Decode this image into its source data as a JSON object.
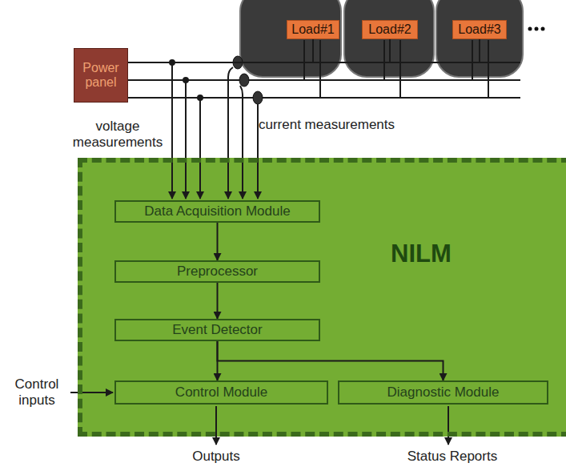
{
  "diagram": {
    "nodes": [
      {
        "text": [
          "Power panel"
        ]
      },
      {
        "text": [
          "Load#1"
        ]
      },
      {
        "text": [
          "Load#2"
        ]
      },
      {
        "text": [
          "Load#3"
        ]
      },
      {
        "text": [
          "NILM"
        ]
      },
      {
        "text": [
          "Data Acquisition Module"
        ],
        "in": 4
      },
      {
        "text": [
          "Preprocessor"
        ],
        "in": 4
      },
      {
        "text": [
          "Event Detector"
        ],
        "in": 4
      },
      {
        "text": [
          "Control Module"
        ],
        "in": 4
      },
      {
        "text": [
          "Diagnostic Module"
        ],
        "in": 4
      }
    ],
    "edges": [
      {
        "from": 0,
        "to": 1,
        "arrow": "none"
      },
      {
        "from": 0,
        "to": 2,
        "arrow": "none"
      },
      {
        "from": 0,
        "to": 3,
        "arrow": "none"
      },
      {
        "from": 5,
        "to": 6,
        "arrow": "to"
      },
      {
        "from": 6,
        "to": 7,
        "arrow": "to"
      },
      {
        "from": 7,
        "to": 8,
        "arrow": "to"
      },
      {
        "from": 7,
        "to": 9,
        "arrow": "to"
      }
    ],
    "labels": [
      "voltage measurements",
      "current measurements",
      "Control inputs",
      "Outputs",
      "Status Reports"
    ]
  }
}
